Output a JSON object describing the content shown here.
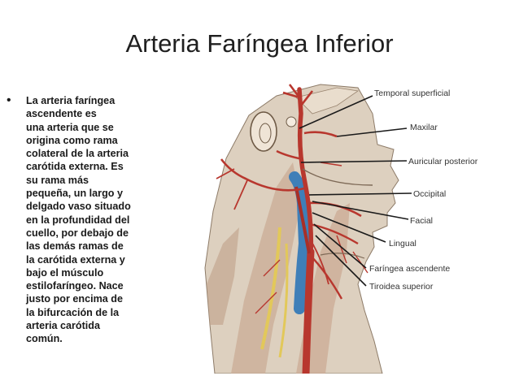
{
  "slide": {
    "title": "Arteria Faríngea Inferior",
    "bullet_lines": [
      "La arteria faríngea",
      "ascendente es",
      "una arteria que se",
      "origina como rama",
      "colateral de la arteria",
      "carótida externa. Es",
      "su rama más",
      "pequeña, un largo y",
      "delgado vaso situado",
      "en la profundidad del",
      "cuello, por debajo de",
      "las demás ramas de",
      "la carótida externa y",
      "bajo el músculo",
      "estilofaríngeo. Nace",
      "justo por encima de",
      "la bifurcación de la",
      "arteria carótida",
      "común."
    ]
  },
  "figure": {
    "labels": {
      "temporal": "Temporal superficial",
      "maxilar": "Maxilar",
      "auricular": "Auricular posterior",
      "occipital": "Occipital",
      "facial": "Facial",
      "lingual": "Lingual",
      "faringea": "Faríngea ascendente",
      "tiroidea": "Tiroidea superior"
    }
  },
  "colors": {
    "artery": "#b8372e",
    "vein": "#3f7fb8",
    "nerve": "#e2c85a",
    "tissue": "#d9c9b6"
  }
}
